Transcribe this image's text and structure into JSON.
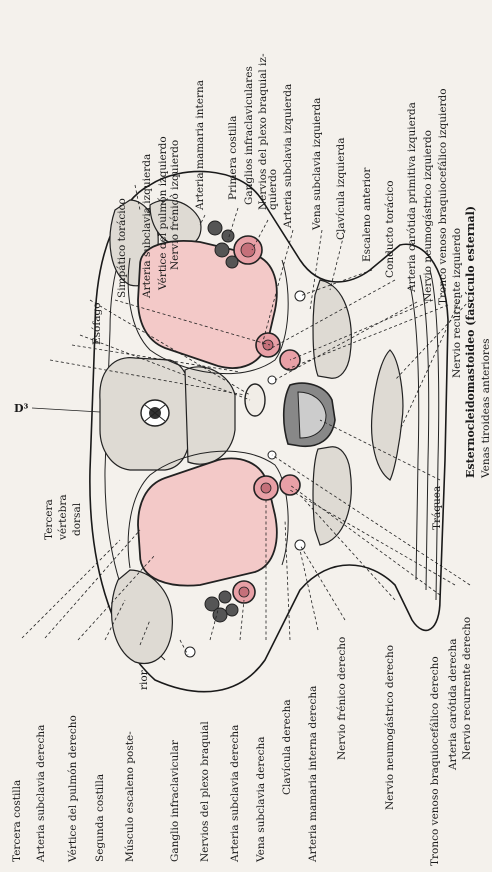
{
  "labels": {
    "tercera_costilla": "Tercera costilla",
    "arteria_subclavia_derecha": "Arteria subclavia derecha",
    "vertice_pulmon_derecho": "Vértice del pulmón derecho",
    "segunda_costilla": "Segunda costilla",
    "musculo_escaleno_posterior": "Músculo escaleno poste-",
    "musculo_escaleno_posterior_2": "rior",
    "ganglio_infraclavicular": "Ganglio infraclavicular",
    "nervios_plexo_braquial": "Nervios del plexo braquial",
    "arteria_subclavia_derecha_b": "Arteria subclavia derecha",
    "vena_subclavia_derecha": "Vena subclavia derecha",
    "clavicula_derecha": "Clavícula derecha",
    "arteria_mamaria_interna_derecha": "Arteria mamaria interna derecha",
    "nervio_frenico_derecho": "Nervio frénico derecho",
    "nervio_neumogastrico_derecho": "Nervio neumogástrico derecho",
    "tronco_venoso_braquiocefalico_derecho": "Tronco venoso braquiocefálico derecho",
    "arteria_carotida_derecha": "Arteria carótida derecha",
    "nervio_recurrente_derecho": "Nervio recurrente derecho",
    "traquea": "Tráquea",
    "venas_tiroideas_anteriores": "Venas tiroideas anteriores",
    "esternocleidomastoideo": "Esternocleidomastoideo (fascículo esternal)",
    "nervio_recurrente_izquierdo": "Nervio recurrente izquierdo",
    "tronco_venoso_braquiocefalico_izquierdo": "Tronco venoso braquiocefálico izquierdo",
    "nervio_neumogastrico_izquierdo": "Nervio neumogástrico izquierdo",
    "arteria_carotida_primitiva_izquierda": "Arteria carótida primitiva izquierda",
    "conducto_toracico": "Conducto torácico",
    "escaleno_anterior": "Escaleno anterior",
    "clavicula_izquierda": "Clavícula izquierda",
    "vena_subclavia_izquierda": "Vena subclavia izquierda",
    "arteria_subclavia_izquierda_top": "Arteria subclavia izquierda",
    "nervios_plexo_braquial_izq_1": "Nervios del plexo braquial iz-",
    "nervios_plexo_braquial_izq_2": "quierdo",
    "ganglios_infraclaviculares": "Ganglios infraclaviculares",
    "primera_costilla": "Primera costilla",
    "arteria_mamaria_interna": "Arteria mamaria interna",
    "nervio_frenico_izquierdo": "Nervio frénico izquierdo",
    "vertice_pulmon_izquierdo": "Vértice del pulmón izquierdo",
    "arteria_subclavia_izquierda": "Arteria subclavia izquierda",
    "simpatico_toracico": "Simpático torácico",
    "esofago": "Esófago",
    "d3": "D³",
    "tercera_vertebra_1": "Tercera",
    "tercera_vertebra_2": "vértebra",
    "tercera_vertebra_3": "dorsal"
  },
  "colors": {
    "lung": "#f3c9c8",
    "artery": "#e8a0a6",
    "background": "#f4f1ec"
  }
}
